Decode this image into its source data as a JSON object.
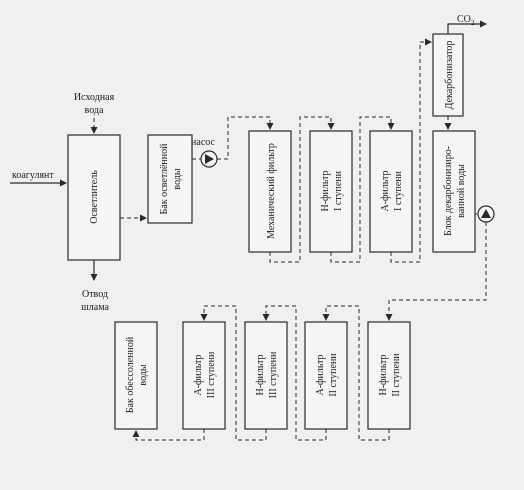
{
  "labels": {
    "source_water_line1": "Исходная",
    "source_water_line2": "вода",
    "coagulant": "коагулянт",
    "sludge_line1": "Отвод",
    "sludge_line2": "шлама",
    "pump": "насос",
    "co2": "CO",
    "co2_sub": "2"
  },
  "boxes": {
    "clarifier": "Осветлитель",
    "clarified_tank_line1": "Бак осветлённой",
    "clarified_tank_line2": "воды",
    "mech_filter": "Механический фильтр",
    "h_filter_1_line1": "Н-фильтр",
    "h_filter_1_line2": "I ступени",
    "a_filter_1_line1": "А-фильтр",
    "a_filter_1_line2": "I ступени",
    "decarbonizer": "Декарбонизатор",
    "decarb_block_line1": "Блок декарбонизиро-",
    "decarb_block_line2": "ванной воды",
    "h_filter_2_line1": "Н-фильтр",
    "h_filter_2_line2": "II ступени",
    "a_filter_2_line1": "А-фильтр",
    "a_filter_2_line2": "II ступени",
    "h_filter_3_line1": "Н-фильтр",
    "h_filter_3_line2": "III ступени",
    "a_filter_3_line1": "А-фильтр",
    "a_filter_3_line2": "III ступени",
    "demin_tank_line1": "Бак обессоленной",
    "demin_tank_line2": "воды"
  }
}
